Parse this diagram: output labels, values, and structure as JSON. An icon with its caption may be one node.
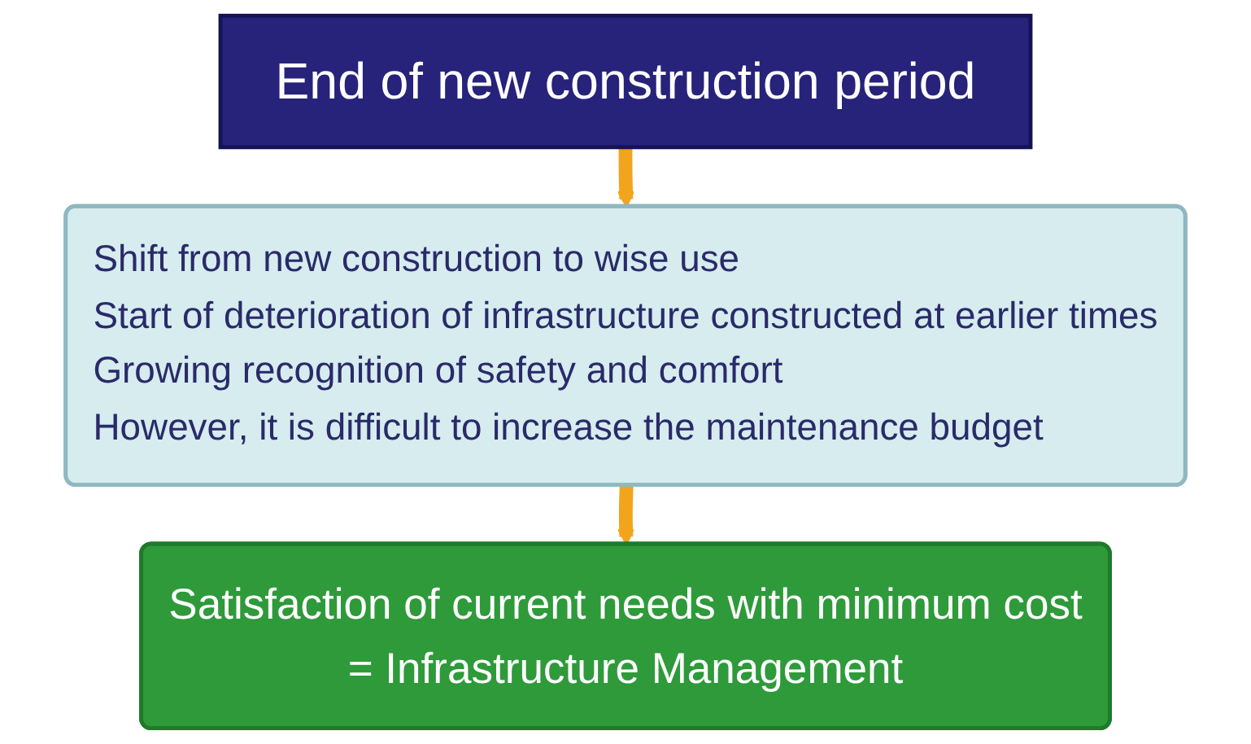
{
  "diagram": {
    "nodes": [
      {
        "text": [
          "End of new construction period"
        ]
      },
      {
        "text": [
          "Shift from new construction to wise use",
          "Start of deterioration of infrastructure  constructed at earlier times",
          "Growing recognition of safety and comfort",
          "However, it is difficult to increase the maintenance budget"
        ]
      },
      {
        "text": [
          "Satisfaction of current needs with minimum cost",
          "= Infrastructure Management"
        ]
      }
    ],
    "edges": [
      {
        "from": 0,
        "to": 1,
        "arrow": "to"
      },
      {
        "from": 1,
        "to": 2,
        "arrow": "to"
      }
    ]
  }
}
